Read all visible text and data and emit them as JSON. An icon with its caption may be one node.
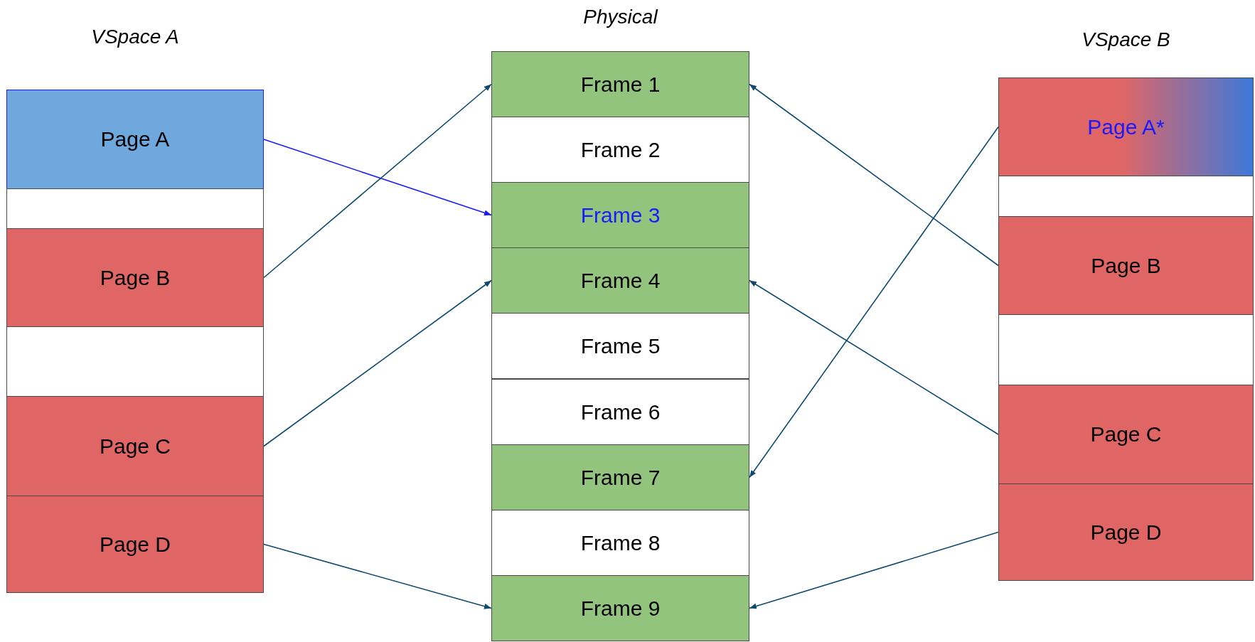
{
  "diagram": {
    "nodes": [
      {
        "text": [
          "VSpace A"
        ]
      },
      {
        "text": [
          "Page A"
        ],
        "in": 0
      },
      {
        "text": [],
        "shape": "box",
        "in": 0
      },
      {
        "text": [
          "Page B"
        ],
        "in": 0
      },
      {
        "text": [],
        "shape": "box",
        "in": 0
      },
      {
        "text": [
          "Page C"
        ],
        "in": 0
      },
      {
        "text": [
          "Page D"
        ],
        "in": 0
      },
      {
        "text": [
          "Physical"
        ]
      },
      {
        "text": [
          "Frame 1"
        ],
        "in": 7
      },
      {
        "text": [
          "Frame 2"
        ],
        "in": 7
      },
      {
        "text": [
          "Frame 3"
        ],
        "in": 7
      },
      {
        "text": [
          "Frame 4"
        ],
        "in": 7
      },
      {
        "text": [
          "Frame 5"
        ],
        "in": 7
      },
      {
        "text": [
          "Frame 6"
        ],
        "in": 7
      },
      {
        "text": [
          "Frame 7"
        ],
        "in": 7
      },
      {
        "text": [
          "Frame 8"
        ],
        "in": 7
      },
      {
        "text": [
          "Frame 9"
        ],
        "in": 7
      },
      {
        "text": [
          "VSpace B"
        ]
      },
      {
        "text": [
          "Page A*"
        ],
        "in": 17
      },
      {
        "text": [],
        "shape": "box",
        "in": 17
      },
      {
        "text": [
          "Page B"
        ],
        "in": 17
      },
      {
        "text": [],
        "shape": "box",
        "in": 17
      },
      {
        "text": [
          "Page C"
        ],
        "in": 17
      },
      {
        "text": [
          "Page D"
        ],
        "in": 17
      }
    ],
    "edges": [
      {
        "from": 1,
        "to": 10,
        "arrow": "to",
        "color": "#1a1aff"
      },
      {
        "from": 3,
        "to": 8,
        "arrow": "to"
      },
      {
        "from": 5,
        "to": 11,
        "arrow": "to"
      },
      {
        "from": 6,
        "to": 16,
        "arrow": "to"
      },
      {
        "from": 18,
        "to": 14,
        "arrow": "to"
      },
      {
        "from": 20,
        "to": 8,
        "arrow": "to"
      },
      {
        "from": 22,
        "to": 11,
        "arrow": "to"
      },
      {
        "from": 23,
        "to": 16,
        "arrow": "to"
      }
    ]
  }
}
